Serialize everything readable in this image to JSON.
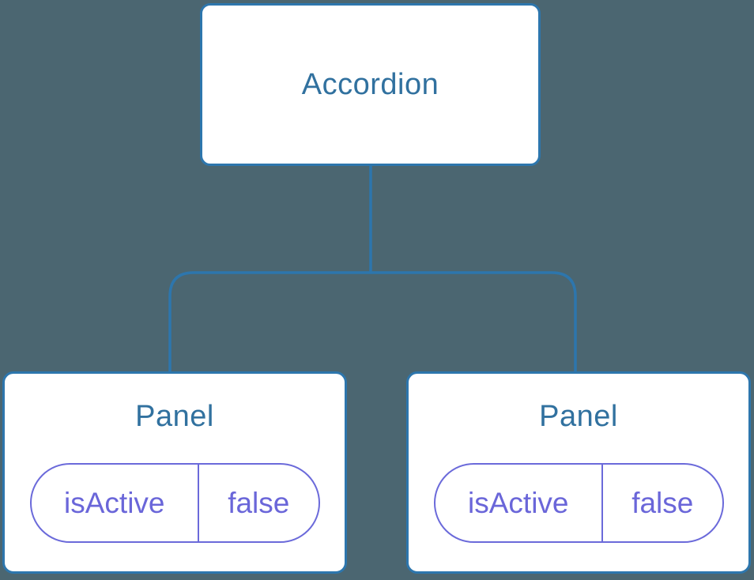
{
  "colors": {
    "background": "#4b6671",
    "connector": "#2d76ad",
    "node_border": "#2d76ad",
    "node_fill": "#ffffff",
    "node_text": "#31719f",
    "state_border": "#6b6ada",
    "state_text": "#6a66d9"
  },
  "diagram": {
    "type": "component-tree",
    "root": {
      "label": "Accordion"
    },
    "children": [
      {
        "label": "Panel",
        "state": {
          "key": "isActive",
          "value": "false"
        }
      },
      {
        "label": "Panel",
        "state": {
          "key": "isActive",
          "value": "false"
        }
      }
    ]
  }
}
